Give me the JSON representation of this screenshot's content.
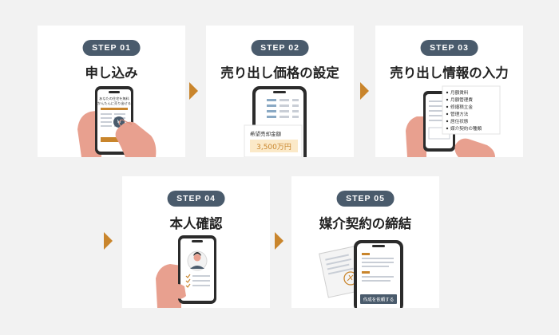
{
  "steps": [
    {
      "badge": "STEP 01",
      "title": "申し込み",
      "screen_lines": [
        "あなたの住宅を無料",
        "かんたんに売り出せる"
      ]
    },
    {
      "badge": "STEP 02",
      "title": "売り出し価格の設定",
      "price_label": "希望売却金額",
      "price_value": "3,500万円"
    },
    {
      "badge": "STEP 03",
      "title": "売り出し情報の入力",
      "items": [
        "月額賃料",
        "月額管理費",
        "修繕積立金",
        "管理方法",
        "居住状態",
        "媒介契約の種類"
      ]
    },
    {
      "badge": "STEP 04",
      "title": "本人確認"
    },
    {
      "badge": "STEP 05",
      "title": "媒介契約の締結",
      "button_label": "作成を依頼する"
    }
  ],
  "colors": {
    "badge": "#4a5b6c",
    "accent": "#c9852c",
    "hand": "#e8a08f",
    "phone": "#2b2b2b"
  }
}
